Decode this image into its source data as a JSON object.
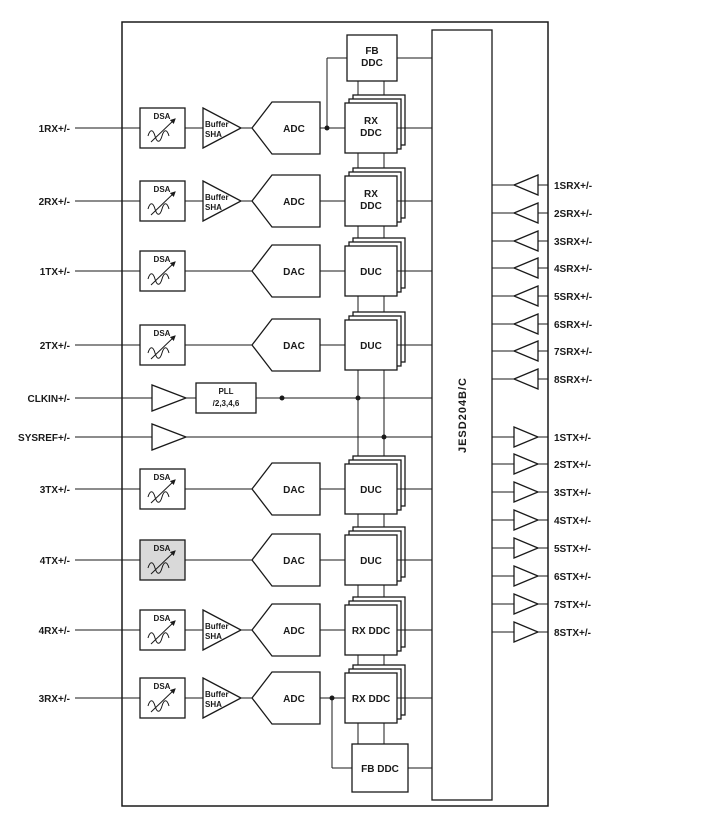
{
  "ports": {
    "left": [
      "1RX+/-",
      "2RX+/-",
      "1TX+/-",
      "2TX+/-",
      "CLKIN+/-",
      "SYSREF+/-",
      "3TX+/-",
      "4TX+/-",
      "4RX+/-",
      "3RX+/-"
    ],
    "srx": [
      "1SRX+/-",
      "2SRX+/-",
      "3SRX+/-",
      "4SRX+/-",
      "5SRX+/-",
      "6SRX+/-",
      "7SRX+/-",
      "8SRX+/-"
    ],
    "stx": [
      "1STX+/-",
      "2STX+/-",
      "3STX+/-",
      "4STX+/-",
      "5STX+/-",
      "6STX+/-",
      "7STX+/-",
      "8STX+/-"
    ]
  },
  "blocks": {
    "dsa": "DSA",
    "buffer": "Buffer",
    "sha": "SHA",
    "adc": "ADC",
    "dac": "DAC",
    "rx": "RX",
    "ddc": "DDC",
    "duc": "DUC",
    "rx_ddc": "RX DDC",
    "fb": "FB",
    "fb_ddc": "FB DDC",
    "pll": "PLL",
    "pll_div": "/2,3,4,6",
    "jesd": "JESD204B/C"
  },
  "colors": {
    "line": "#1a1a1a",
    "block_fill": "#ffffff",
    "disabled_fill": "#d9d9d9",
    "background": "#ffffff"
  }
}
